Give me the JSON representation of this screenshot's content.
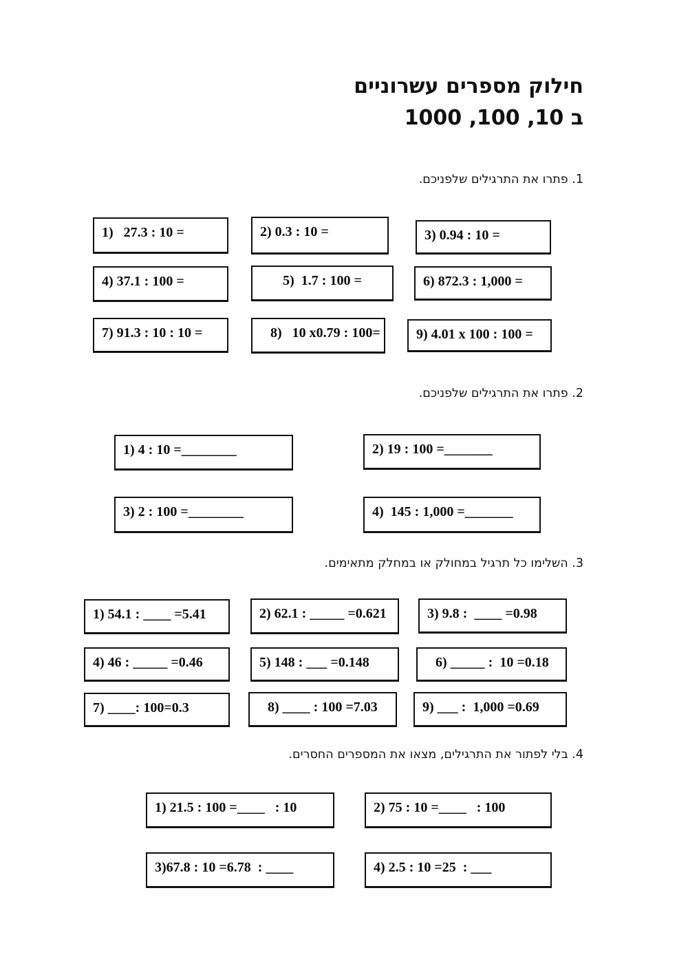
{
  "document": {
    "title_line1": "חילוק מספרים עשרוניים",
    "title_line2": "ב 10, 100, 1000"
  },
  "sections": [
    {
      "id": "section-1",
      "heading": "1.  פתרו את התרגילים שלפניכם.",
      "items": [
        "1)   27.3 : 10 =",
        "2) 0.3 : 10 =",
        "3) 0.94 : 10 =",
        "4) 37.1 : 100 =",
        "5)  1.7 : 100 =",
        "6) 872.3 : 1,000 =",
        "7) 91.3 : 10 : 10 =",
        "8)   10 x0.79 : 100=",
        "9) 4.01 x 100 : 100 ="
      ]
    },
    {
      "id": "section-2",
      "heading": "2. פתרו את התרגילים שלפניכם.",
      "items": [
        "1) 4 : 10 =________",
        "2) 19 : 100 =_______",
        "3) 2 : 100 =________",
        "4)  145 : 1,000 =_______"
      ]
    },
    {
      "id": "section-3",
      "heading": "3. השלימו כל תרגיל במחולק או במחלק מתאימים.",
      "items": [
        "1) 54.1 : ____ =5.41",
        "2) 62.1 : _____ =0.621",
        "3) 9.8 :  ____ =0.98",
        "4) 46 : _____ =0.46",
        "5) 148 : ___ =0.148",
        "6) _____ :  10 =0.18",
        "7) ____: 100=0.3",
        "8) ____ : 100 =7.03",
        "9) ___ :  1,000 =0.69"
      ]
    },
    {
      "id": "section-4",
      "heading": "4. בלי לפתור את התרגילים, מצאו את המספרים החסרים.",
      "items": [
        "1) 21.5 : 100 =____   : 10",
        "2) 75 : 10 =____   : 100",
        "3)67.8 : 10 =6.78  : ____",
        "4) 2.5 : 10 =25  : ___"
      ]
    }
  ],
  "colors": {
    "page_background": "#ffffff",
    "text": "#000000",
    "box_border": "#111111"
  }
}
